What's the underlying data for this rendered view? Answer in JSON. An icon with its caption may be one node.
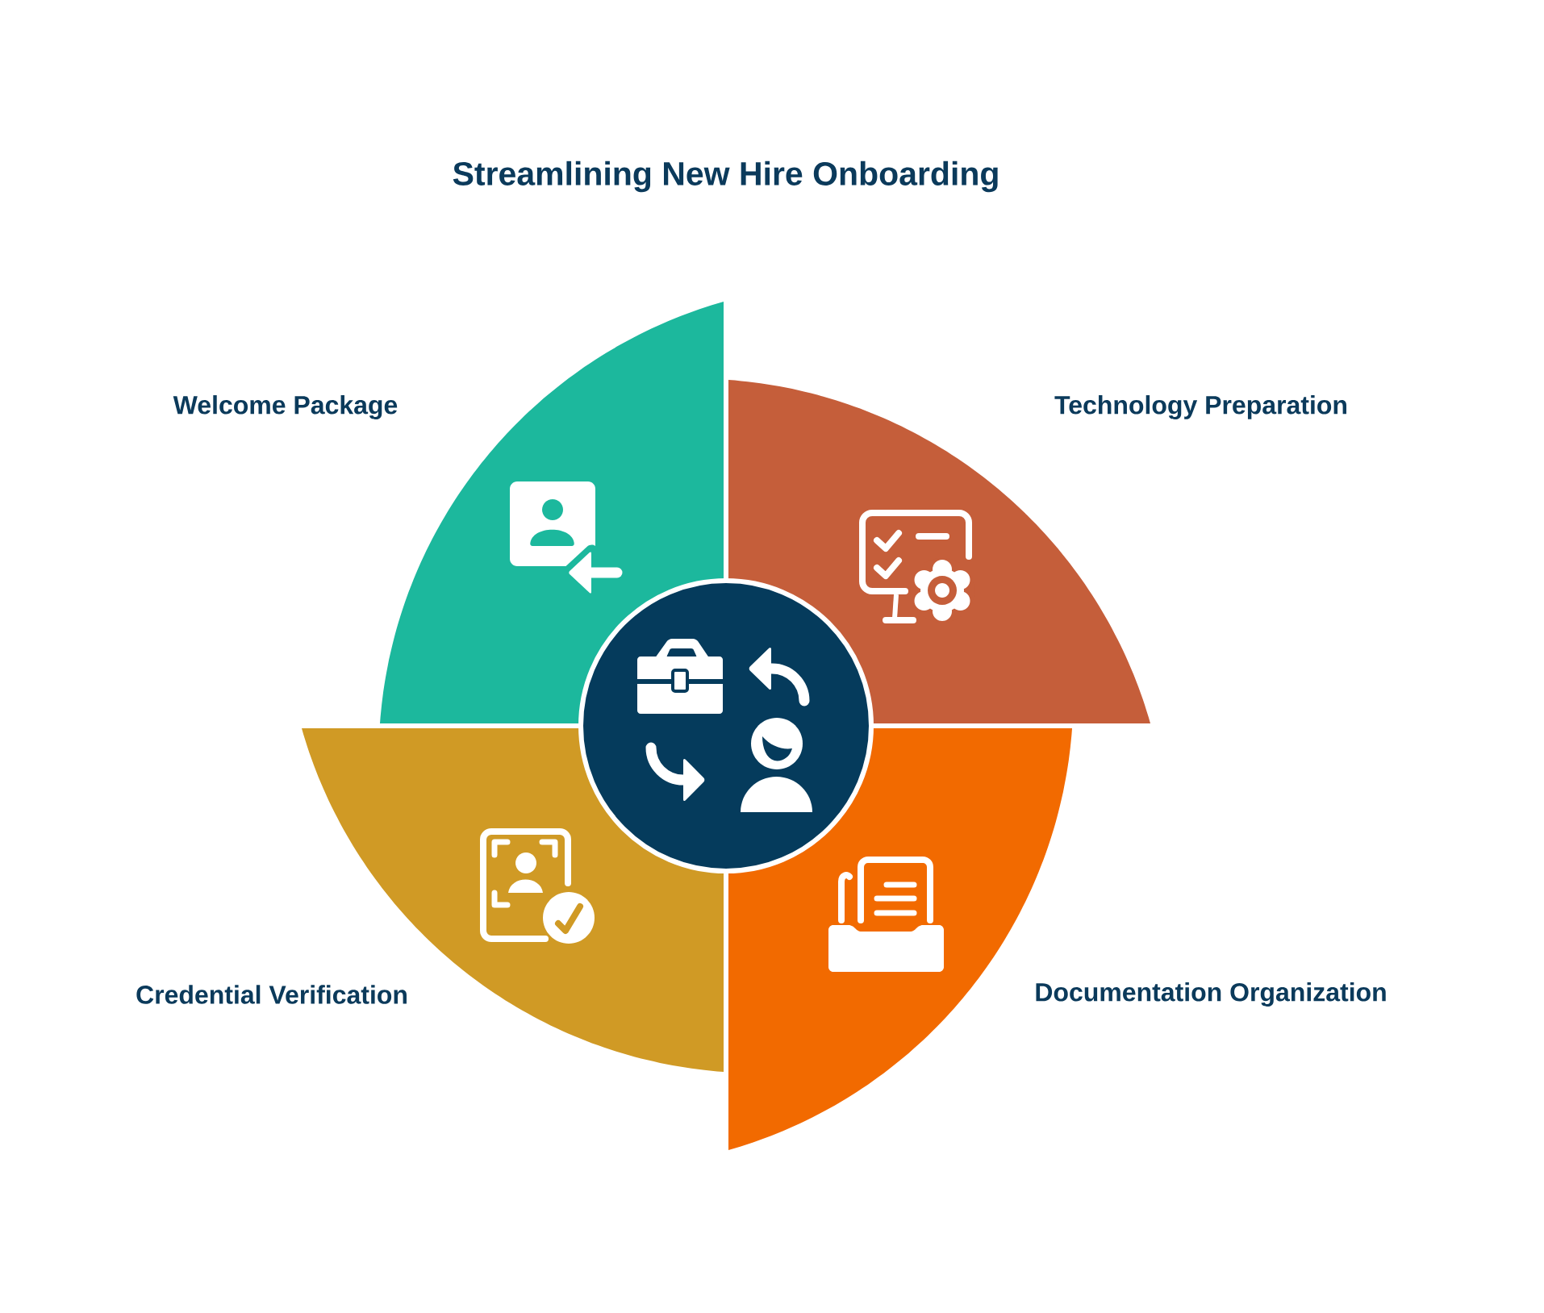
{
  "diagram": {
    "title": "Streamlining New Hire Onboarding",
    "nodes": [
      {
        "text": [
          "Welcome Package"
        ]
      },
      {
        "text": [
          "Technology Preparation"
        ]
      },
      {
        "text": [],
        "shape": "circle"
      },
      {
        "text": [
          "Credential Verification"
        ]
      },
      {
        "text": [
          "Documentation Organization"
        ]
      }
    ]
  }
}
